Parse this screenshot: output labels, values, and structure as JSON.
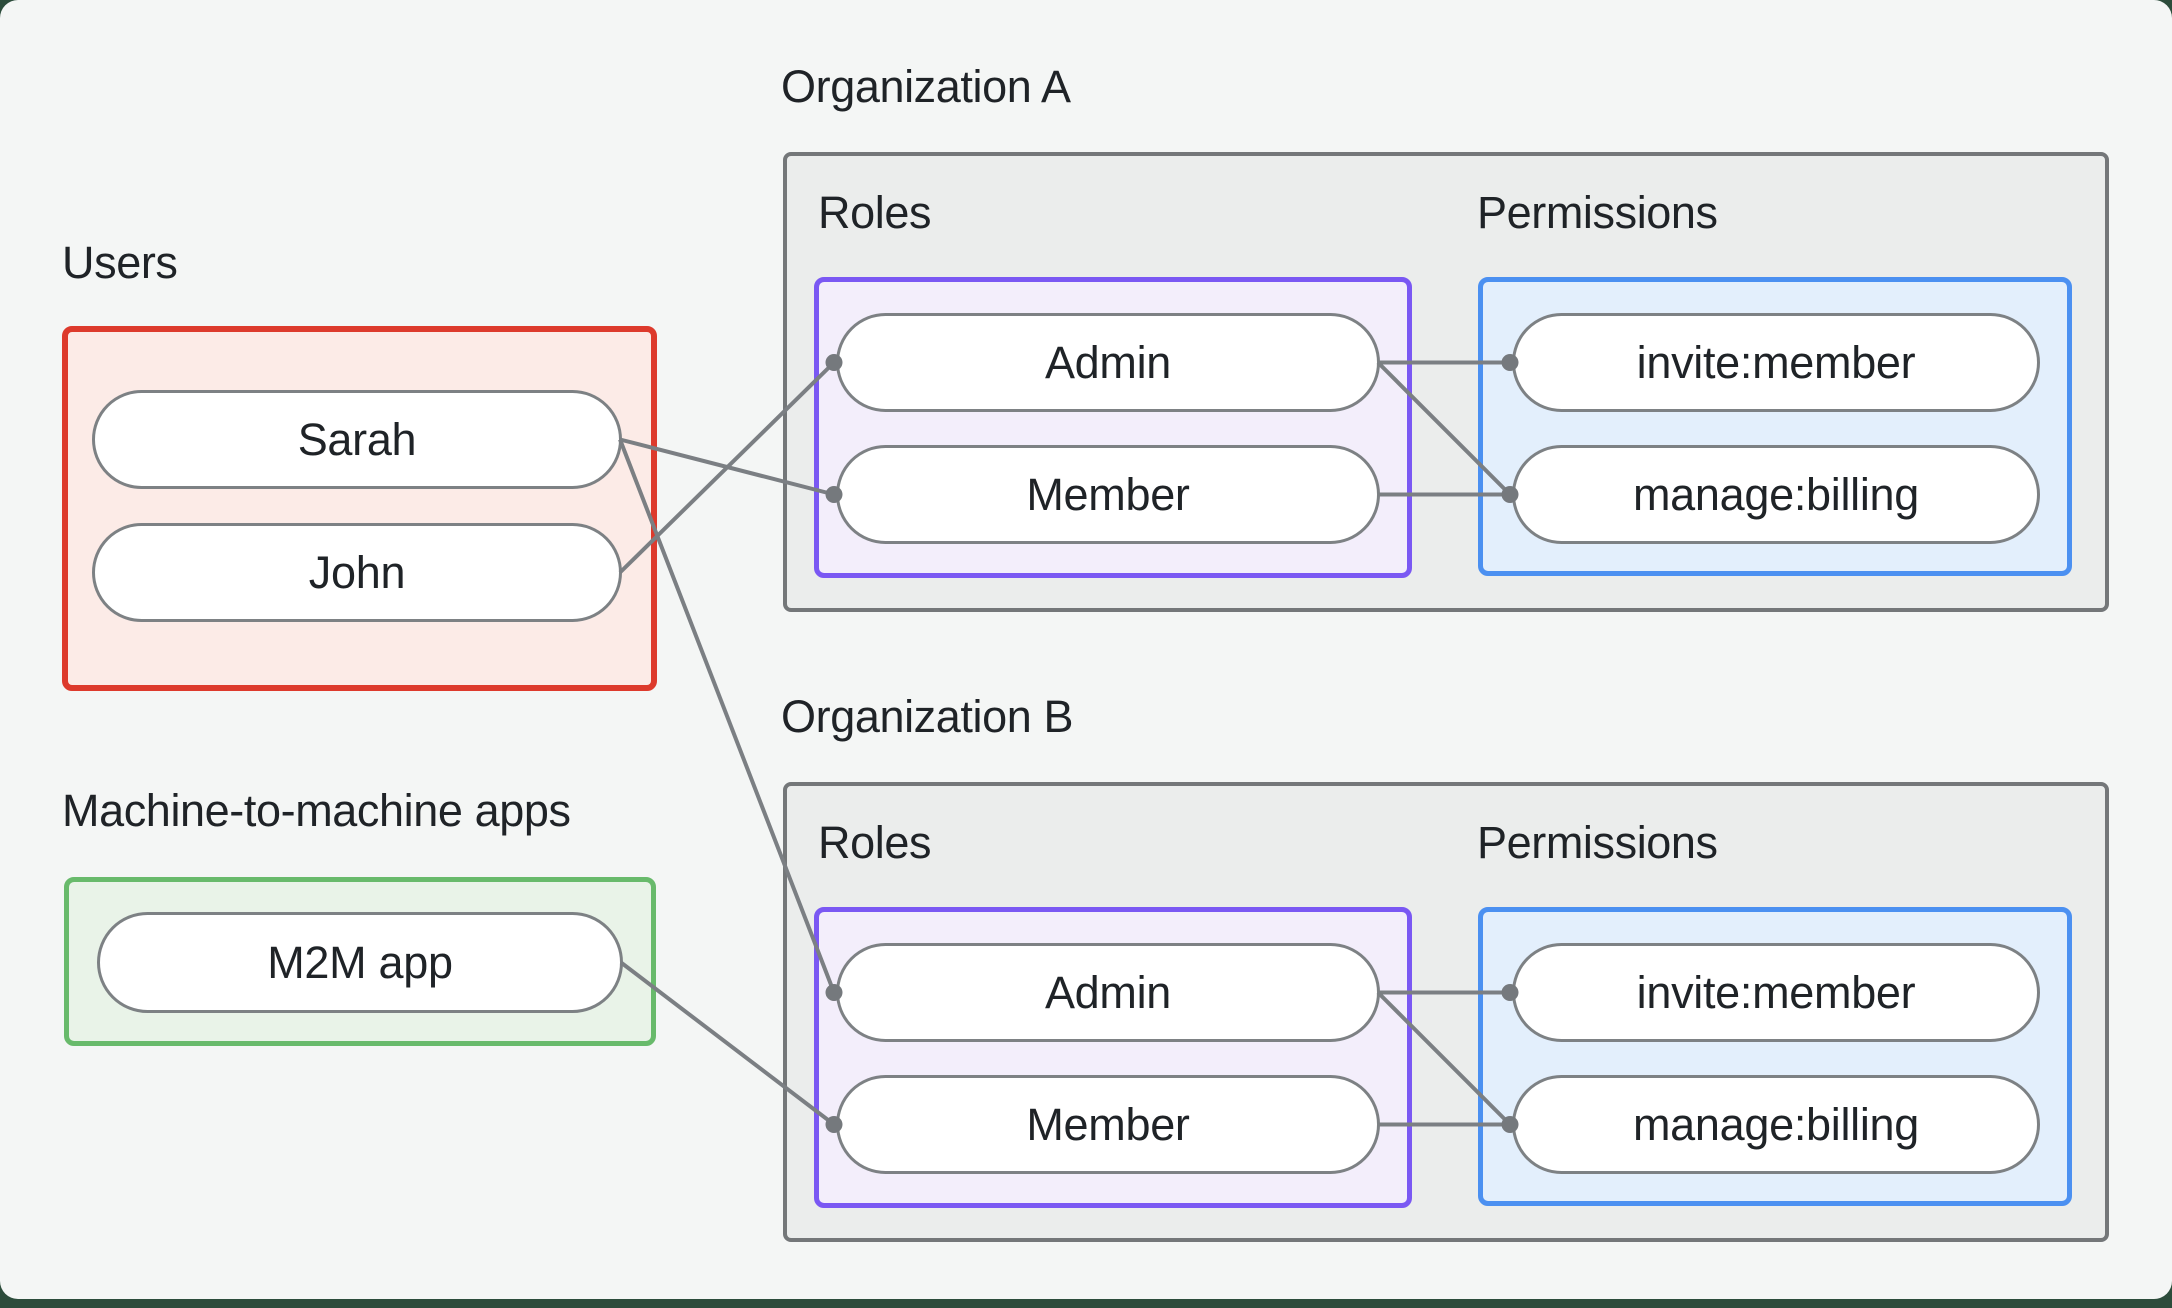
{
  "colors": {
    "page_outer": "#2c4c3b",
    "canvas_bg": "#f4f6f5",
    "text": "#1f2327",
    "line": "#7b7f83",
    "dot": "#75797d",
    "pill_border": "#7d8184",
    "users_border": "#dd3a2c",
    "users_fill": "#fcebe7",
    "m2m_border": "#68ba6b",
    "m2m_fill": "#e9f3e8",
    "org_border": "#747779",
    "org_fill": "#ebedec",
    "roles_border": "#7a58f3",
    "roles_fill": "#f3eefb",
    "permissions_border": "#4b90f1",
    "permissions_fill": "#e3effc"
  },
  "users_section": {
    "label": "Users",
    "nodes": [
      {
        "id": "sarah",
        "label": "Sarah"
      },
      {
        "id": "john",
        "label": "John"
      }
    ]
  },
  "m2m_section": {
    "label": "Machine-to-machine apps",
    "nodes": [
      {
        "id": "m2m",
        "label": "M2M app"
      }
    ]
  },
  "organizations": [
    {
      "id": "org-a",
      "title": "Organization A",
      "roles_label": "Roles",
      "permissions_label": "Permissions",
      "roles": [
        {
          "id": "org-a-admin",
          "label": "Admin"
        },
        {
          "id": "org-a-member",
          "label": "Member"
        }
      ],
      "permissions": [
        {
          "id": "org-a-invite",
          "label": "invite:member"
        },
        {
          "id": "org-a-manage",
          "label": "manage:billing"
        }
      ]
    },
    {
      "id": "org-b",
      "title": "Organization B",
      "roles_label": "Roles",
      "permissions_label": "Permissions",
      "roles": [
        {
          "id": "org-b-admin",
          "label": "Admin"
        },
        {
          "id": "org-b-member",
          "label": "Member"
        }
      ],
      "permissions": [
        {
          "id": "org-b-invite",
          "label": "invite:member"
        },
        {
          "id": "org-b-manage",
          "label": "manage:billing"
        }
      ]
    }
  ],
  "edges": [
    {
      "from": "sarah",
      "to": "org-a-member"
    },
    {
      "from": "john",
      "to": "org-a-admin"
    },
    {
      "from": "sarah",
      "to": "org-b-admin"
    },
    {
      "from": "m2m",
      "to": "org-b-member"
    },
    {
      "from": "org-a-admin",
      "to": "org-a-invite"
    },
    {
      "from": "org-a-admin",
      "to": "org-a-manage"
    },
    {
      "from": "org-a-member",
      "to": "org-a-manage"
    },
    {
      "from": "org-b-admin",
      "to": "org-b-invite"
    },
    {
      "from": "org-b-admin",
      "to": "org-b-manage"
    },
    {
      "from": "org-b-member",
      "to": "org-b-manage"
    }
  ]
}
